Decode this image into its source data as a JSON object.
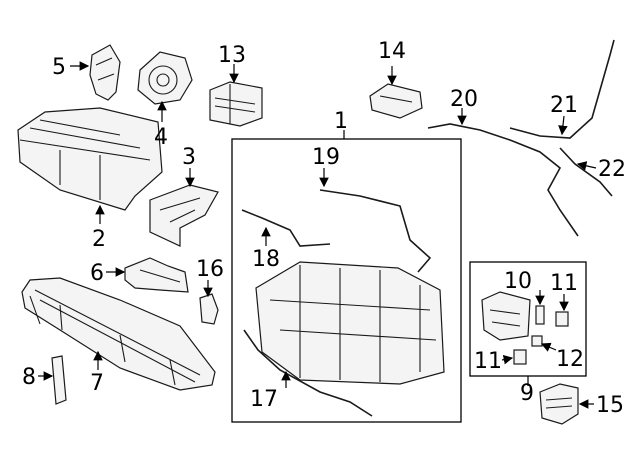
{
  "diagram": {
    "callouts": {
      "c1": "1",
      "c2": "2",
      "c3": "3",
      "c4": "4",
      "c5": "5",
      "c6": "6",
      "c7": "7",
      "c8": "8",
      "c9": "9",
      "c10": "10",
      "c11a": "11",
      "c11b": "11",
      "c12": "12",
      "c13": "13",
      "c14": "14",
      "c15": "15",
      "c16": "16",
      "c17": "17",
      "c18": "18",
      "c19": "19",
      "c20": "20",
      "c21": "21",
      "c22": "22"
    },
    "colors": {
      "line": "#1a1a1a",
      "fill": "#f4f4f4",
      "background": "#ffffff"
    }
  }
}
